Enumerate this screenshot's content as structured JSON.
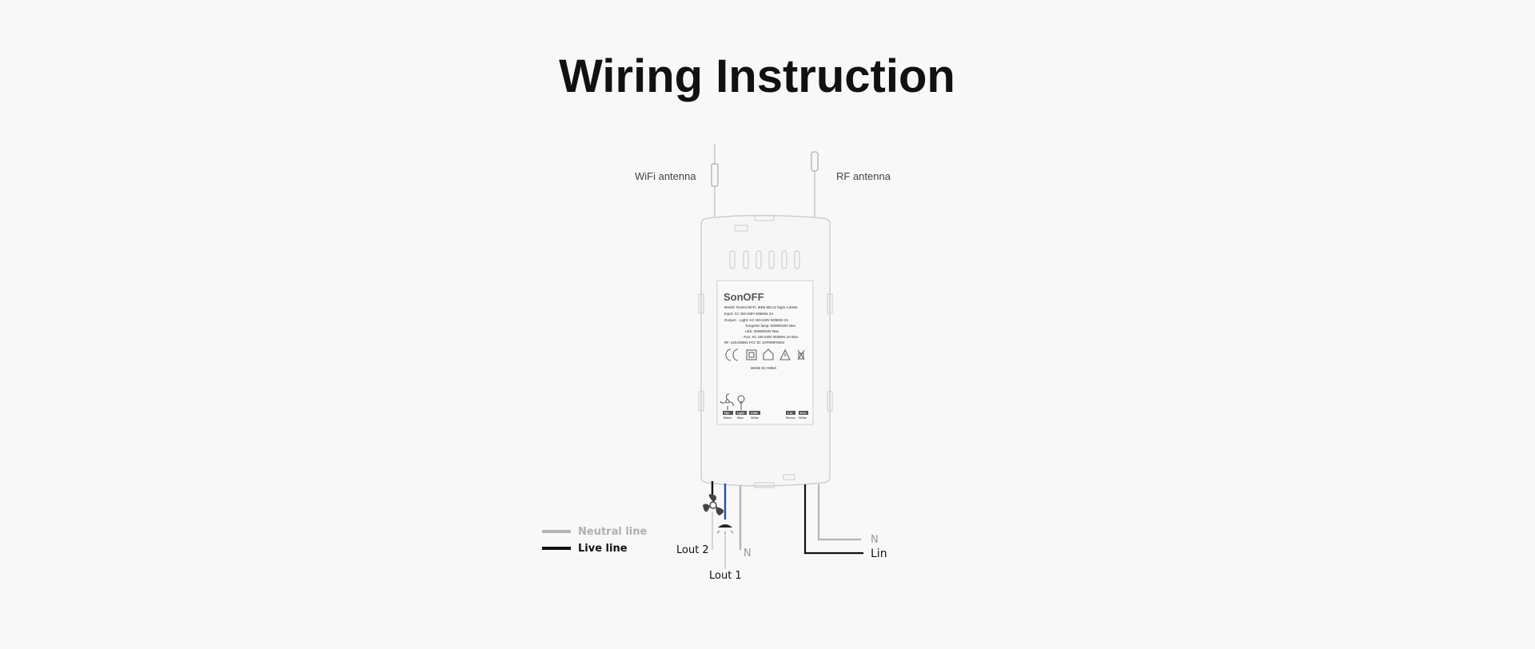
{
  "title": "Wiring Instruction",
  "antennas": {
    "wifi": "WiFi antenna",
    "rf": "RF antenna"
  },
  "device": {
    "brand": "SonOFF",
    "label_lines": [
      "Model: iFan03    Wi-Fi: IEEE 802.11 b/g/n 2.4GHz",
      "Input: AC 100-240V 50/60Hz 2A",
      "Output: - Light: AC 100-240V 50/60Hz 2A",
      "Tungsten lamp: 600W/220V Max",
      "LED: 300W/220V Max",
      "- Fan: AC 100-240V 50/60Hz 2A Max",
      "RF: 433.92MHz          FCC ID: 2APN5IFAN03"
    ],
    "made_in": "MADE IN CHINA",
    "terminals_left": [
      {
        "tag": "Fan",
        "color": "Black"
      },
      {
        "tag": "Light",
        "color": "Blue"
      },
      {
        "tag": "COM",
        "color": "White"
      }
    ],
    "terminals_right": [
      {
        "tag": "L in",
        "color": "Brown"
      },
      {
        "tag": "N in",
        "color": "White"
      }
    ]
  },
  "legend": {
    "neutral": "Neutral line",
    "live": "Live line"
  },
  "wires": {
    "lout2": "Lout 2",
    "lout1": "Lout 1",
    "n_out": "N",
    "n_in": "N",
    "lin": "Lin"
  },
  "colors": {
    "neutral": "#b5b5b5",
    "live": "#111111",
    "blue": "#2d4f9e",
    "outline": "#cfcfcf"
  }
}
